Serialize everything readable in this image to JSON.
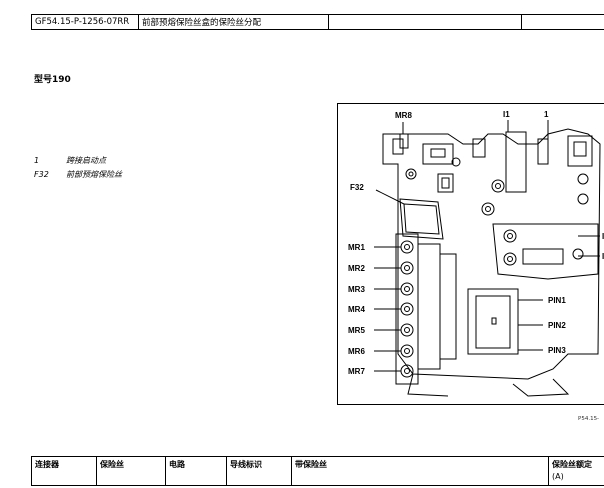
{
  "header": {
    "doc_id": "GF54.15-P-1256-07RR",
    "title": "前部预熔保险丝盒的保险丝分配",
    "col3": "",
    "col4": ""
  },
  "model": "型号190",
  "legend": [
    {
      "code": "1",
      "text": "跨接启动点"
    },
    {
      "code": "F32",
      "text": "前部预熔保险丝"
    }
  ],
  "figure": {
    "labels": {
      "mr8": "MR8",
      "i1": "I1",
      "one": "1",
      "f32": "F32",
      "mr1": "MR1",
      "mr2": "MR2",
      "mr3": "MR3",
      "mr4": "MR4",
      "mr5": "MR5",
      "mr6": "MR6",
      "mr7": "MR7",
      "pin1": "PIN1",
      "pin2": "PIN2",
      "pin3": "PIN3",
      "right1": "I",
      "right2": "I"
    },
    "caption": "P54.15-"
  },
  "fuse_table": {
    "headers": [
      "连接器",
      "保险丝",
      "电路",
      "导线标识",
      "带保险丝",
      "保险丝额定"
    ],
    "unit": "(A)"
  }
}
